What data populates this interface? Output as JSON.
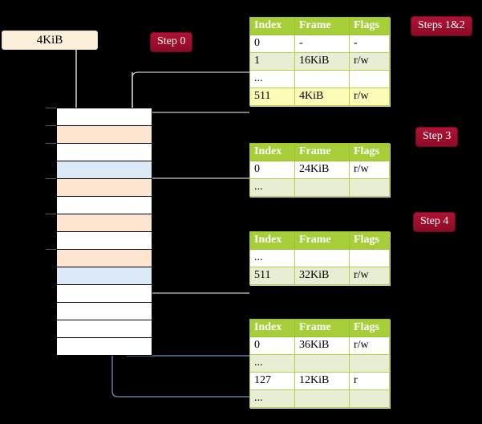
{
  "diagram": {
    "title": "multi-level page table walk",
    "background_color": "#000000",
    "badge_color": "#9e0b2b",
    "table_header_color": "#a6ce39",
    "table_alt_row_color": "#e8eed4",
    "highlight_row_color": "#fcfbb8",
    "memory_orange_color": "#fde5d0",
    "memory_blue_color": "#dce9f7"
  },
  "labels": {
    "step0": "Step 0",
    "steps12": "Steps 1&2",
    "step3": "Step 3",
    "step4": "Step 4",
    "kib_box": "4KiB"
  },
  "tables": [
    {
      "id": "level0",
      "columns": [
        "Index",
        "Frame",
        "Flags"
      ],
      "rows": [
        {
          "index": "0",
          "frame": "-",
          "flags": "-",
          "style": "plain"
        },
        {
          "index": "1",
          "frame": "16KiB",
          "flags": "r/w",
          "style": "alt"
        },
        {
          "index": "...",
          "frame": "",
          "flags": "",
          "style": "plain"
        },
        {
          "index": "511",
          "frame": "4KiB",
          "flags": "r/w",
          "style": "hl"
        }
      ]
    },
    {
      "id": "level1",
      "columns": [
        "Index",
        "Frame",
        "Flags"
      ],
      "rows": [
        {
          "index": "0",
          "frame": "24KiB",
          "flags": "r/w",
          "style": "plain"
        },
        {
          "index": "...",
          "frame": "",
          "flags": "",
          "style": "alt"
        }
      ]
    },
    {
      "id": "level2",
      "columns": [
        "Index",
        "Frame",
        "Flags"
      ],
      "rows": [
        {
          "index": "...",
          "frame": "",
          "flags": "",
          "style": "plain"
        },
        {
          "index": "511",
          "frame": "32KiB",
          "flags": "r/w",
          "style": "alt"
        }
      ]
    },
    {
      "id": "level3",
      "columns": [
        "Index",
        "Frame",
        "Flags"
      ],
      "rows": [
        {
          "index": "0",
          "frame": "36KiB",
          "flags": "r/w",
          "style": "plain"
        },
        {
          "index": "...",
          "frame": "",
          "flags": "",
          "style": "alt"
        },
        {
          "index": "127",
          "frame": "12KiB",
          "flags": "r",
          "style": "plain"
        },
        {
          "index": "...",
          "frame": "",
          "flags": "",
          "style": "alt"
        }
      ]
    }
  ],
  "memory_column": {
    "rows": [
      {
        "fill": "white"
      },
      {
        "fill": "orange"
      },
      {
        "fill": "white"
      },
      {
        "fill": "blue"
      },
      {
        "fill": "orange"
      },
      {
        "fill": "white"
      },
      {
        "fill": "orange"
      },
      {
        "fill": "white"
      },
      {
        "fill": "orange"
      },
      {
        "fill": "blue"
      },
      {
        "fill": "white"
      },
      {
        "fill": "white"
      },
      {
        "fill": "white"
      },
      {
        "fill": "white"
      }
    ]
  }
}
